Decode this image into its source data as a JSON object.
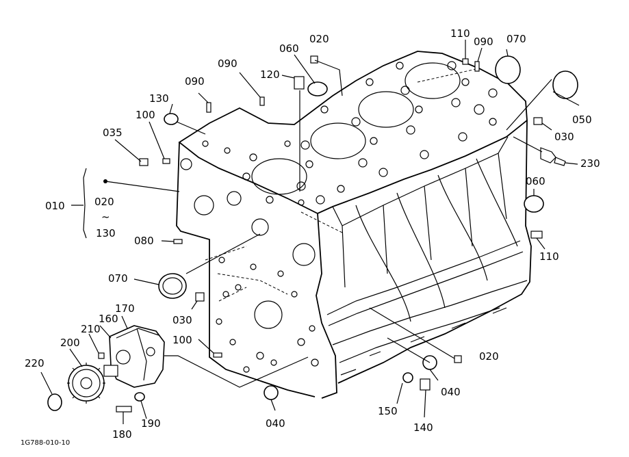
{
  "caption": "1G788-010-10",
  "labels": {
    "l_010": "010",
    "l_020_range": "020",
    "l_tilde": "~",
    "l_130_range": "130",
    "l_035": "035",
    "l_100_top": "100",
    "l_130_top": "130",
    "l_090_left": "090",
    "l_090_mid": "090",
    "l_120": "120",
    "l_060_top": "060",
    "l_020_top": "020",
    "l_110_top": "110",
    "l_090_right": "090",
    "l_070_top": "070",
    "l_050": "050",
    "l_030_right": "030",
    "l_230": "230",
    "l_060_right": "060",
    "l_110_right": "110",
    "l_080": "080",
    "l_070_left": "070",
    "l_030_left": "030",
    "l_170": "170",
    "l_160": "160",
    "l_210": "210",
    "l_200": "200",
    "l_220": "220",
    "l_100_bottom": "100",
    "l_180": "180",
    "l_190": "190",
    "l_040_bottom": "040",
    "l_020_bottom": "020",
    "l_040_right": "040",
    "l_150": "150",
    "l_140": "140"
  }
}
